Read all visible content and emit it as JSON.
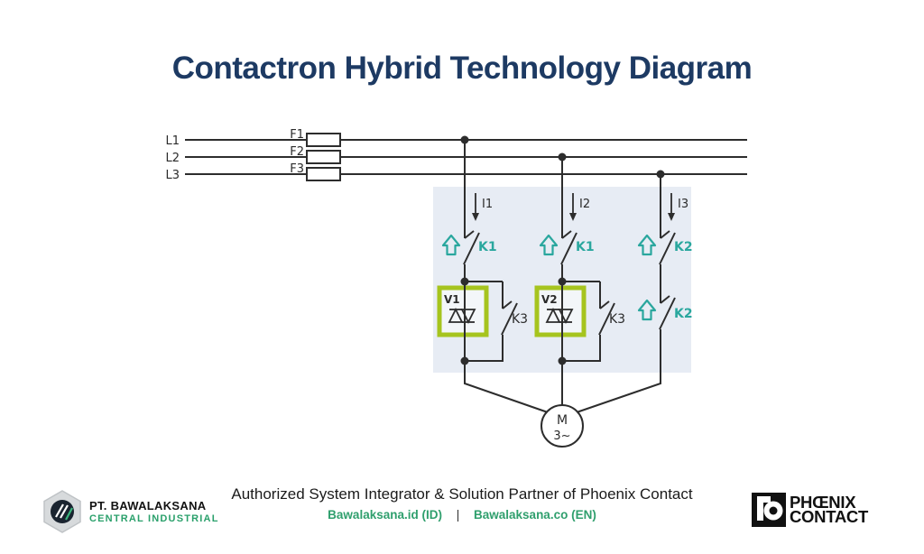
{
  "slide": {
    "title": "Contactron Hybrid Technology Diagram"
  },
  "diagram": {
    "phases": [
      {
        "line": "L1",
        "fuse": "F1",
        "current": "I1",
        "contact": "K1"
      },
      {
        "line": "L2",
        "fuse": "F2",
        "current": "I2",
        "contact": "K1"
      },
      {
        "line": "L3",
        "fuse": "F3",
        "current": "I3",
        "contact": "K2"
      }
    ],
    "branch3_lower_contact": "K2",
    "triacs": [
      {
        "label": "V1"
      },
      {
        "label": "V2"
      }
    ],
    "bypass": [
      {
        "label": "K3"
      },
      {
        "label": "K3"
      }
    ],
    "motor": {
      "letter": "M",
      "phase": "3~"
    },
    "icons": {
      "actuation_arrow": "outline-up-arrow",
      "current_arrow": "down-arrow"
    },
    "colors": {
      "wire": "#2d2d2d",
      "panel": "#e7ecf4",
      "teal": "#2aa79e",
      "lime": "#a6c41e",
      "title_navy": "#1d3a63",
      "footer_green": "#2f9f6d"
    }
  },
  "footer": {
    "company": {
      "name": "PT. BAWALAKSANA",
      "subtitle": "CENTRAL INDUSTRIAL"
    },
    "partner_line": "Authorized System Integrator & Solution Partner of Phoenix Contact",
    "links": {
      "id": "Bawalaksana.id (ID)",
      "separator": "|",
      "en": "Bawalaksana.co (EN)"
    },
    "phoenix": {
      "line1": "PHŒNIX",
      "line2": "CONTACT"
    }
  }
}
